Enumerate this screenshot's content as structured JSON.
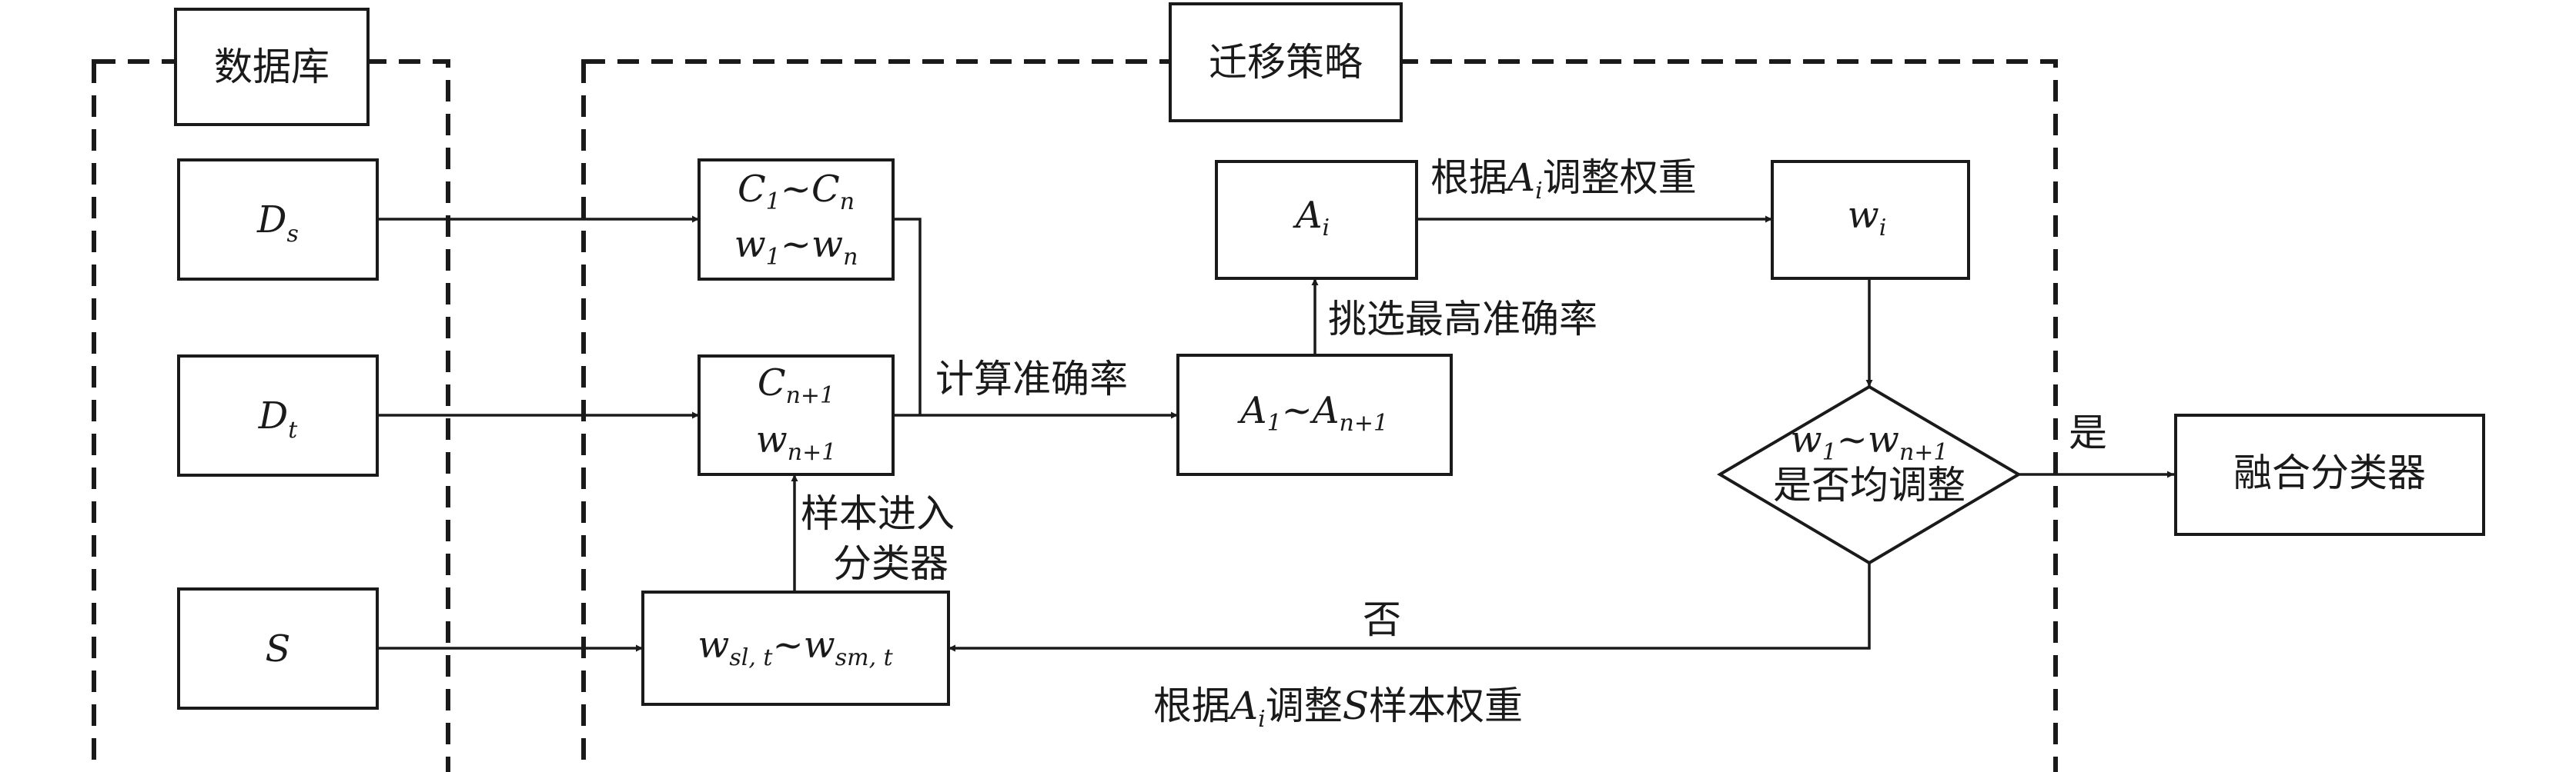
{
  "groups": {
    "database": "数据库",
    "transfer_strategy": "迁移策略"
  },
  "nodes": {
    "ds": {
      "main": "D",
      "sub": "s"
    },
    "dt": {
      "main": "D",
      "sub": "t"
    },
    "s": {
      "main": "S"
    },
    "c1n": {
      "line1": {
        "a": "C",
        "a_sub": "1",
        "sep": "~",
        "b": "C",
        "b_sub": "n"
      },
      "line2": {
        "a": "w",
        "a_sub": "1",
        "sep": "~",
        "b": "w",
        "b_sub": "n"
      }
    },
    "cn1": {
      "line1": {
        "a": "C",
        "a_sub": "n+1"
      },
      "line2": {
        "a": "w",
        "a_sub": "n+1"
      }
    },
    "wsl": {
      "a": "w",
      "a_sub": "sl, t",
      "sep": "~",
      "b": "w",
      "b_sub": "sm, t"
    },
    "a1": {
      "a": "A",
      "a_sub": "1",
      "sep": "~",
      "b": "A",
      "b_sub": "n+1"
    },
    "ai": {
      "a": "A",
      "a_sub": "i"
    },
    "wi": {
      "a": "w",
      "a_sub": "i"
    },
    "decision": {
      "line1": {
        "a": "w",
        "a_sub": "1",
        "sep": "~",
        "b": "w",
        "b_sub": "n+1"
      },
      "line2": "是否均调整"
    },
    "fusion": "融合分类器"
  },
  "edges": {
    "calc_accuracy": "计算准确率",
    "select_highest": "挑选最高准确率",
    "adjust_by_ai_pre": "根据",
    "adjust_by_ai_var": "A",
    "adjust_by_ai_sub": "i",
    "adjust_by_ai_post": "调整权重",
    "yes": "是",
    "no": "否",
    "sample_in_1": "样本进入",
    "sample_in_2": "分类器",
    "adjust_s_pre": "根据",
    "adjust_s_var": "A",
    "adjust_s_sub": "i",
    "adjust_s_mid": "调整",
    "adjust_s_var2": "S",
    "adjust_s_post": "样本权重"
  }
}
